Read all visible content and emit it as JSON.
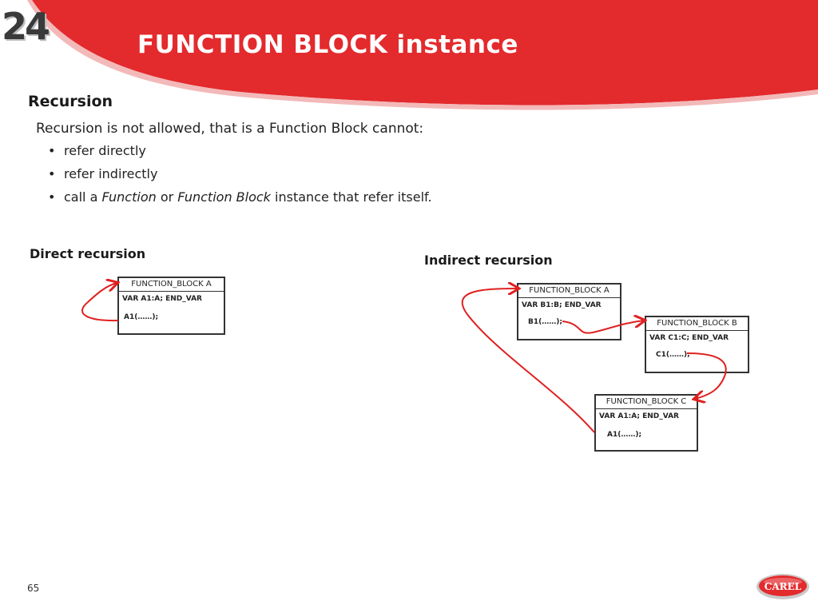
{
  "header": {
    "logo": "24",
    "title": "FUNCTION BLOCK instance"
  },
  "content": {
    "section_title": "Recursion",
    "intro": "Recursion is not allowed, that is a Function Block cannot:",
    "bullets": {
      "b1": "refer directly",
      "b2": "refer indirectly",
      "b3_pre": "call a ",
      "b3_em1": "Function",
      "b3_mid": " or ",
      "b3_em2": "Function Block",
      "b3_post": " instance that refer itself."
    }
  },
  "direct": {
    "label": "Direct recursion",
    "block": {
      "title": "FUNCTION_BLOCK A",
      "var": "VAR A1:A; END_VAR",
      "call": "A1(……);"
    }
  },
  "indirect": {
    "label": "Indirect recursion",
    "block_a": {
      "title": "FUNCTION_BLOCK A",
      "var": "VAR B1:B; END_VAR",
      "call": "B1(……);"
    },
    "block_b": {
      "title": "FUNCTION_BLOCK B",
      "var": "VAR C1:C; END_VAR",
      "call": "C1(……);"
    },
    "block_c": {
      "title": "FUNCTION_BLOCK C",
      "var": "VAR A1:A; END_VAR",
      "call": "A1(……);"
    }
  },
  "footer": {
    "page_number": "65",
    "brand": "CAREL"
  },
  "colors": {
    "banner_red": "#e32a2d",
    "arrow_red": "#e02020"
  }
}
